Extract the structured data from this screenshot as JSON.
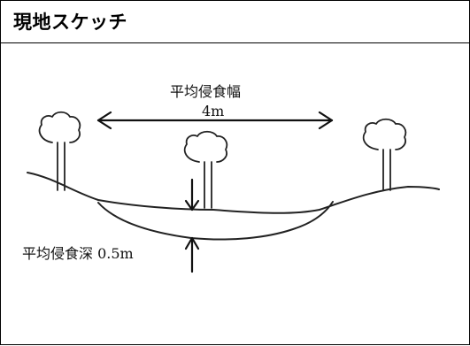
{
  "header": {
    "title": "現地スケッチ"
  },
  "sketch": {
    "width_label": "平均侵食幅",
    "width_value": "4m",
    "depth_label": "平均侵食深 0.5m"
  },
  "colors": {
    "line": "#222222",
    "border": "#000000"
  }
}
